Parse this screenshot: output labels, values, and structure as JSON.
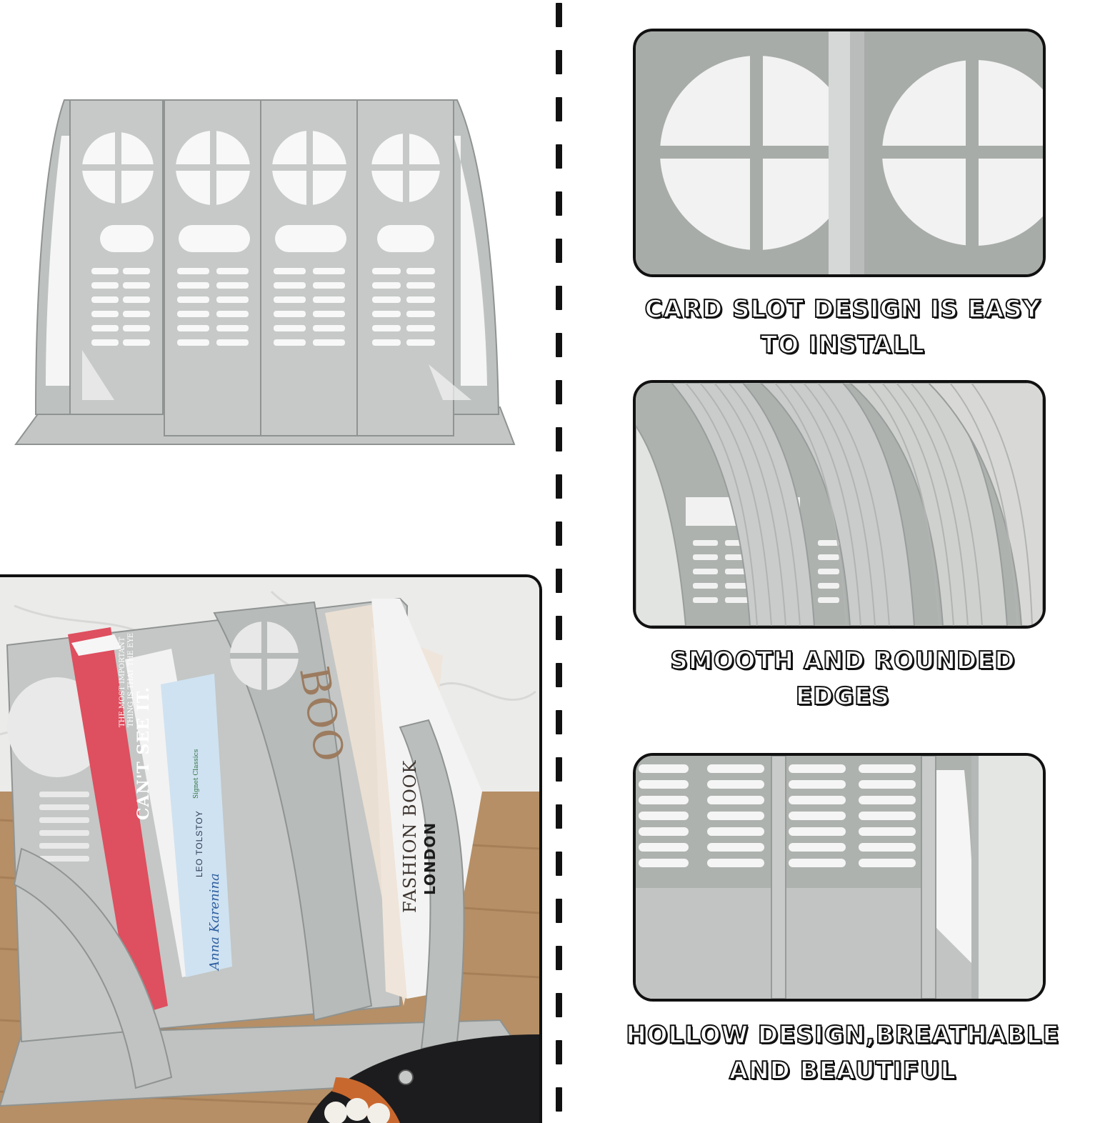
{
  "captions": {
    "slot": "CARD SLOT DESIGN IS EASY\nTO INSTALL",
    "edges": "SMOOTH AND ROUNDED\nEDGES",
    "hollow": "HOLLOW DESIGN,BREATHABLE\nAND BEAUTIFUL"
  },
  "books": {
    "pink_spine": "CAN'T SEE IT.",
    "pink_line1": "THE MOST IMPORTANT",
    "pink_line2": "THING IS THAT THE EYE",
    "blue_author": "LEO TOLSTOY",
    "blue_title": "Anna Karenina",
    "blue_badge": "Signet Classics",
    "beige_title": "FASHION BOOK",
    "beige_big": "BOO",
    "white_title": "LONDON"
  },
  "colors": {
    "plastic": "#b9bdba",
    "plastic_light": "#d3d6d3",
    "outline": "#111111",
    "pink": "#e55b69",
    "blue": "#cfe3f2",
    "beige": "#e9ddd0"
  }
}
